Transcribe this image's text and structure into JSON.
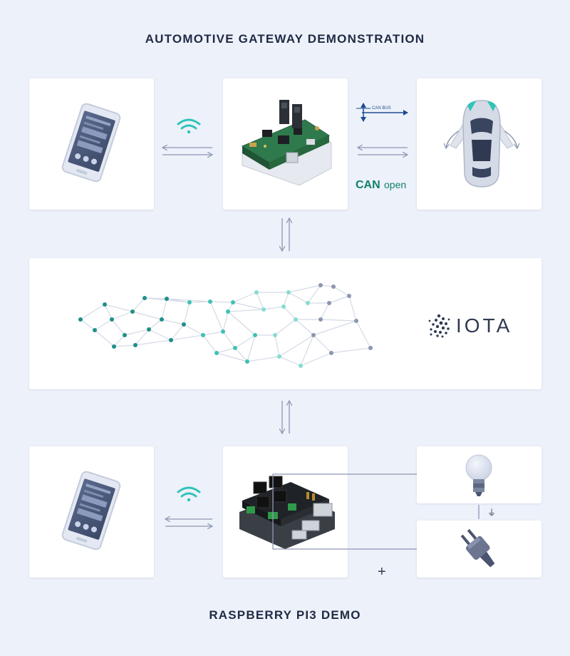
{
  "titles": {
    "top": "AUTOMOTIVE GATEWAY DEMONSTRATION",
    "bottom": "RASPBERRY PI3 DEMO"
  },
  "labels": {
    "can_bus": "CAN BUS",
    "canopen_can": "CAN",
    "canopen_open": "open",
    "iota": "IOTA",
    "plus": "+",
    "ground": "⏚"
  },
  "colors": {
    "accent_teal": "#2ec4b6",
    "arrow": "#8d97b3",
    "can_blue": "#1e4c8f",
    "canopen_green": "#11806a",
    "iota_dark": "#2f3b52"
  }
}
